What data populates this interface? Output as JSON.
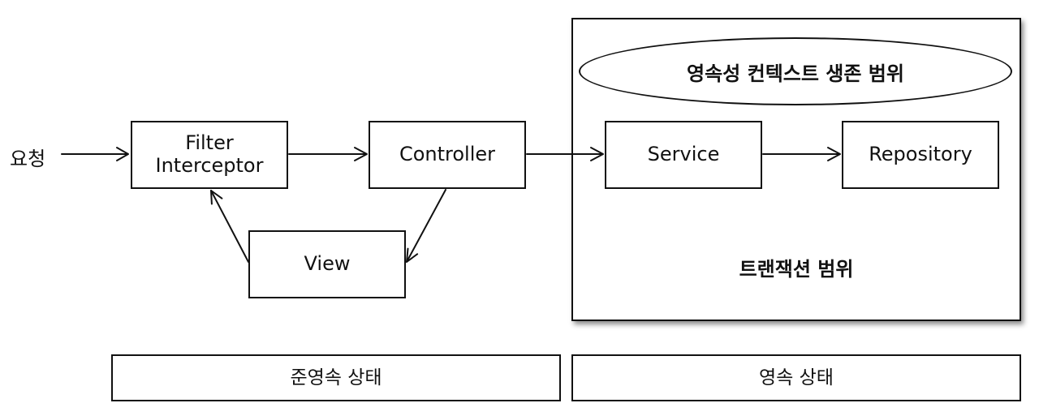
{
  "request_label": "요청",
  "filter_box": {
    "line1": "Filter",
    "line2": "Interceptor"
  },
  "controller_label": "Controller",
  "view_label": "View",
  "transaction_scope": {
    "persistence_context_label": "영속성 컨텍스트 생존 범위",
    "service_label": "Service",
    "repository_label": "Repository",
    "transaction_label": "트랜잭션 범위"
  },
  "states": {
    "semi_persistent": "준영속 상태",
    "persistent": "영속 상태"
  }
}
